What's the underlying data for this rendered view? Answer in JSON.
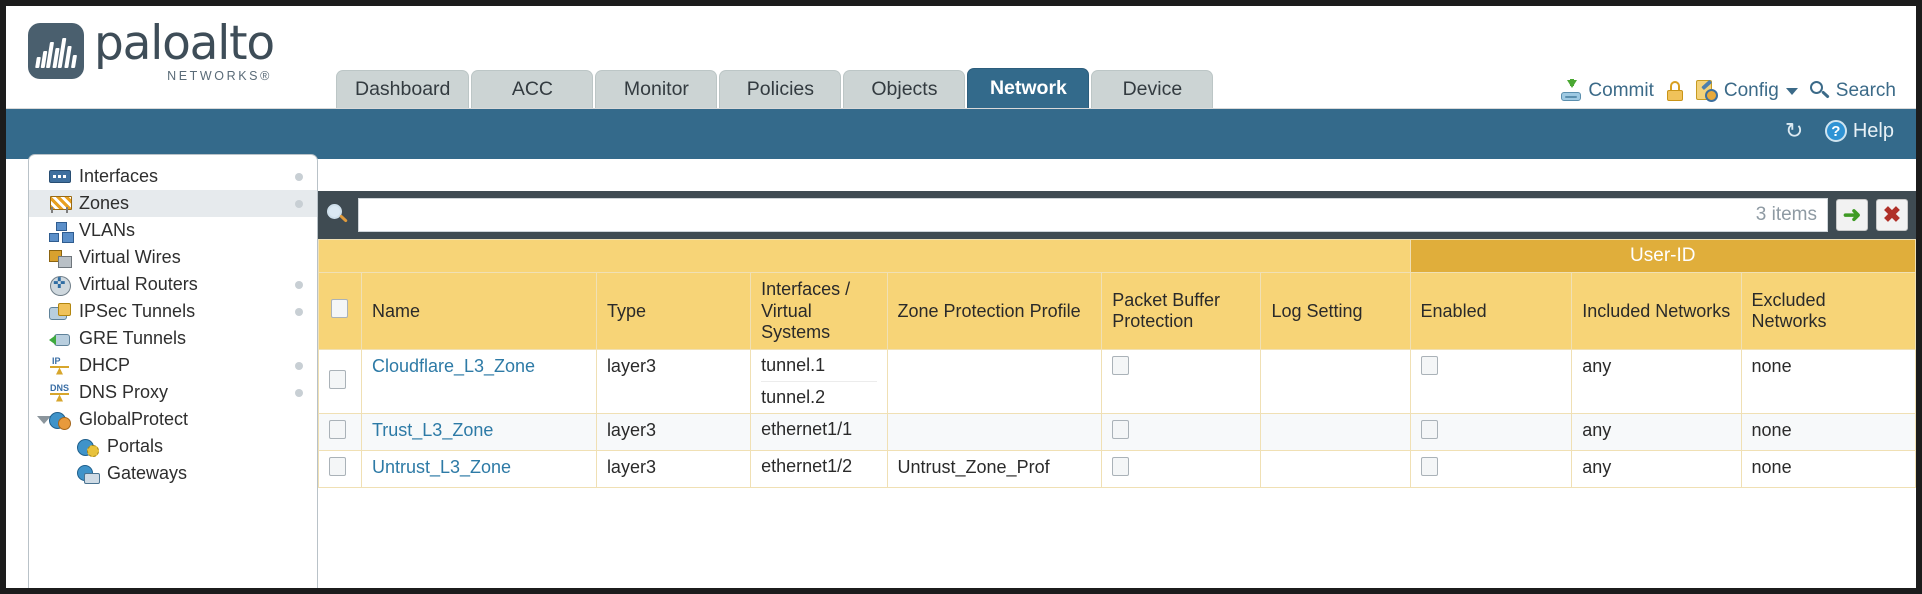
{
  "brand": {
    "name": "paloalto",
    "subtitle": "NETWORKS®"
  },
  "nav": {
    "tabs": [
      {
        "label": "Dashboard",
        "active": false
      },
      {
        "label": "ACC",
        "active": false
      },
      {
        "label": "Monitor",
        "active": false
      },
      {
        "label": "Policies",
        "active": false
      },
      {
        "label": "Objects",
        "active": false
      },
      {
        "label": "Network",
        "active": true
      },
      {
        "label": "Device",
        "active": false
      }
    ]
  },
  "header_actions": {
    "commit": "Commit",
    "lock_icon": "lock-icon",
    "config": "Config",
    "search": "Search"
  },
  "blueband": {
    "refresh_icon": "refresh-icon",
    "help": "Help"
  },
  "sidebar": {
    "items": [
      {
        "label": "Interfaces",
        "icon": "interfaces-icon",
        "selected": false,
        "dot": true,
        "child": false,
        "expander": false
      },
      {
        "label": "Zones",
        "icon": "zones-icon",
        "selected": true,
        "dot": true,
        "child": false,
        "expander": false
      },
      {
        "label": "VLANs",
        "icon": "vlans-icon",
        "selected": false,
        "dot": false,
        "child": false,
        "expander": false
      },
      {
        "label": "Virtual Wires",
        "icon": "virtual-wires-icon",
        "selected": false,
        "dot": false,
        "child": false,
        "expander": false
      },
      {
        "label": "Virtual Routers",
        "icon": "virtual-routers-icon",
        "selected": false,
        "dot": true,
        "child": false,
        "expander": false
      },
      {
        "label": "IPSec Tunnels",
        "icon": "ipsec-tunnels-icon",
        "selected": false,
        "dot": true,
        "child": false,
        "expander": false
      },
      {
        "label": "GRE Tunnels",
        "icon": "gre-tunnels-icon",
        "selected": false,
        "dot": false,
        "child": false,
        "expander": false
      },
      {
        "label": "DHCP",
        "icon": "dhcp-icon",
        "selected": false,
        "dot": true,
        "child": false,
        "expander": false
      },
      {
        "label": "DNS Proxy",
        "icon": "dns-proxy-icon",
        "selected": false,
        "dot": true,
        "child": false,
        "expander": false
      },
      {
        "label": "GlobalProtect",
        "icon": "globalprotect-icon",
        "selected": false,
        "dot": false,
        "child": false,
        "expander": true
      },
      {
        "label": "Portals",
        "icon": "portals-icon",
        "selected": false,
        "dot": false,
        "child": true,
        "expander": false
      },
      {
        "label": "Gateways",
        "icon": "gateways-icon",
        "selected": false,
        "dot": false,
        "child": true,
        "expander": false
      }
    ]
  },
  "search": {
    "value": "",
    "placeholder": "",
    "item_count": "3 items",
    "go_label": "➜",
    "clear_label": "✖"
  },
  "table": {
    "group_header": "User-ID",
    "columns": [
      "Name",
      "Type",
      "Interfaces / Virtual Systems",
      "Zone Protection Profile",
      "Packet Buffer Protection",
      "Log Setting",
      "Enabled",
      "Included Networks",
      "Excluded Networks"
    ],
    "rows": [
      {
        "name": "Cloudflare_L3_Zone",
        "type": "layer3",
        "interfaces": [
          "tunnel.1",
          "tunnel.2"
        ],
        "zone_protection_profile": "",
        "packet_buffer_protection": false,
        "log_setting": "",
        "userid_enabled": false,
        "included_networks": "any",
        "excluded_networks": "none"
      },
      {
        "name": "Trust_L3_Zone",
        "type": "layer3",
        "interfaces": [
          "ethernet1/1"
        ],
        "zone_protection_profile": "",
        "packet_buffer_protection": false,
        "log_setting": "",
        "userid_enabled": false,
        "included_networks": "any",
        "excluded_networks": "none"
      },
      {
        "name": "Untrust_L3_Zone",
        "type": "layer3",
        "interfaces": [
          "ethernet1/2"
        ],
        "zone_protection_profile": "Untrust_Zone_Prof",
        "packet_buffer_protection": false,
        "log_setting": "",
        "userid_enabled": false,
        "included_networks": "any",
        "excluded_networks": "none"
      }
    ]
  },
  "colors": {
    "brand_blue": "#346a8b",
    "header_gold": "#f7d477",
    "group_gold": "#e0ae3b",
    "link_blue": "#2d7aa6"
  }
}
